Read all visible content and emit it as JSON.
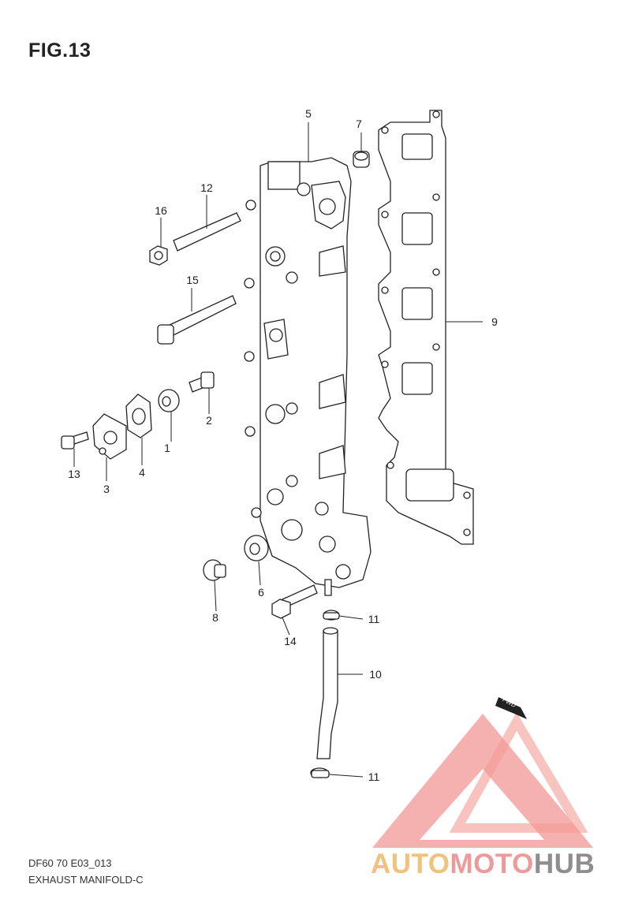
{
  "figure": {
    "title": "FIG.13",
    "code": "DF60 70 E03_013",
    "name": "EXHAUST MANIFOLD-C"
  },
  "callouts": [
    "1",
    "2",
    "3",
    "4",
    "5",
    "6",
    "7",
    "8",
    "9",
    "10",
    "11",
    "11",
    "12",
    "13",
    "14",
    "15",
    "16"
  ],
  "direction_tag": "FWD",
  "watermark": {
    "part1": "AUTO",
    "part2": "MOTO",
    "part3": "HUB",
    "colors": {
      "auto": "#f2c27d",
      "moto": "#ef9a9a",
      "hub": "#8e8e8e",
      "logo": "#f28b82"
    }
  }
}
